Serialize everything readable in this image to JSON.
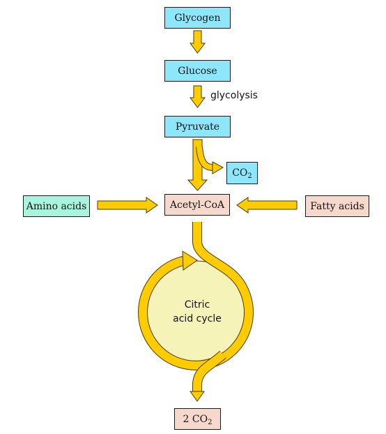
{
  "colors": {
    "arrow_fill": "#ffcc00",
    "arrow_stroke": "#4a3a00",
    "cycle_fill": "#f6f3b8",
    "node_blue": "#8ee6fb",
    "node_peach": "#f6d9cc",
    "node_mint": "#a9f4dd"
  },
  "nodes": {
    "glycogen": "Glycogen",
    "glucose": "Glucose",
    "pyruvate": "Pyruvate",
    "co2_base": "CO",
    "co2_sub": "2",
    "acetyl_coa": "Acetyl-CoA",
    "amino_acids": "Amino acids",
    "fatty_acids": "Fatty acids",
    "two_co2_base": "2 CO",
    "two_co2_sub": "2"
  },
  "labels": {
    "glycolysis": "glycolysis",
    "cycle_line1": "Citric",
    "cycle_line2": "acid cycle"
  }
}
